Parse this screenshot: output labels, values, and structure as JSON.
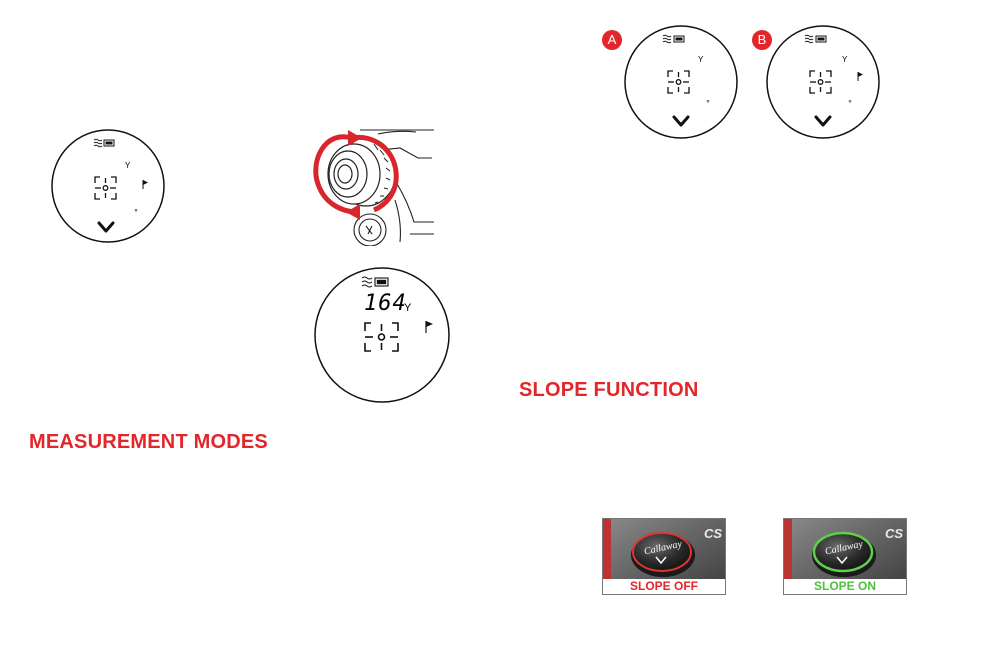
{
  "headings": {
    "measurement_modes": "MEASUREMENT MODES",
    "slope_function": "SLOPE FUNCTION"
  },
  "viewfinders": {
    "small_left": {
      "unit": "Y",
      "degree": "°"
    },
    "large": {
      "distance": "164",
      "unit": "Y"
    },
    "a": {
      "badge": "A",
      "unit": "Y",
      "degree": "°"
    },
    "b": {
      "badge": "B",
      "unit": "Y",
      "degree": "°"
    }
  },
  "photos": {
    "slope_off": {
      "caption": "SLOPE OFF",
      "logo": "Callaway",
      "mark": "CS",
      "caption_color": "#e3262b",
      "ring_color": "#e0352f"
    },
    "slope_on": {
      "caption": "SLOPE ON",
      "logo": "Callaway",
      "mark": "CS",
      "caption_color": "#4cc23a",
      "ring_color": "#5fd04a"
    }
  },
  "icons": {
    "wave": "triple-wave-icon",
    "battery": "battery-icon",
    "flag": "flag-icon",
    "chevron": "chevron-down-icon",
    "rotate_arrow": "rotate-arrow-icon"
  },
  "colors": {
    "accent": "#e3262b"
  }
}
